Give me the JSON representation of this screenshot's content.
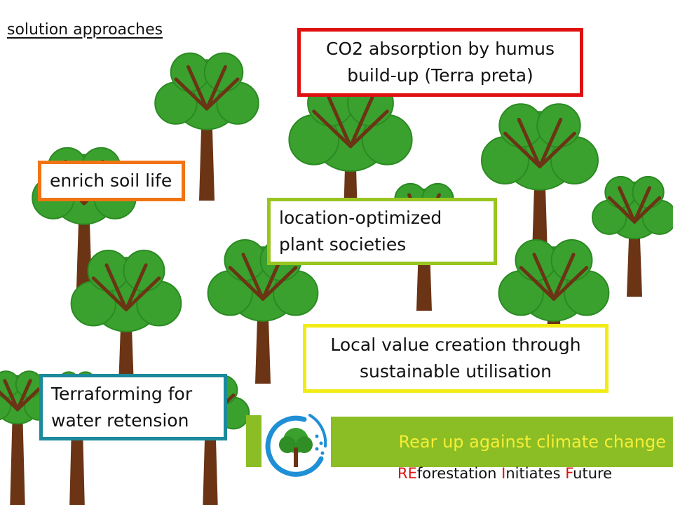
{
  "heading": "solution approaches",
  "boxes": {
    "co2": [
      "CO2 absorption by humus",
      "build-up (Terra preta)"
    ],
    "soil": [
      "enrich soil life"
    ],
    "plant": [
      "location-optimized",
      "plant societies"
    ],
    "value": [
      "Local value creation through",
      "sustainable utilisation"
    ],
    "water": [
      "Terraforming for",
      "water retension"
    ]
  },
  "banner": "Rear up against climate change",
  "tagline": {
    "p1_red": "RE",
    "p1": "forestation ",
    "p2_red": "I",
    "p2": "nitiates ",
    "p3_red": "F",
    "p3": "uture"
  },
  "colors": {
    "co2_border": "#e01010",
    "soil_border": "#f07414",
    "plant_border": "#98c51f",
    "value_border": "#f2ec14",
    "water_border": "#1a8a9c",
    "banner_bg": "#8bbd25",
    "banner_text": "#f6ee35",
    "tree_foliage": "#3aa12e",
    "tree_trunk": "#6b3414"
  },
  "icons": [
    "tree-illustration",
    "reforestation-logo"
  ]
}
